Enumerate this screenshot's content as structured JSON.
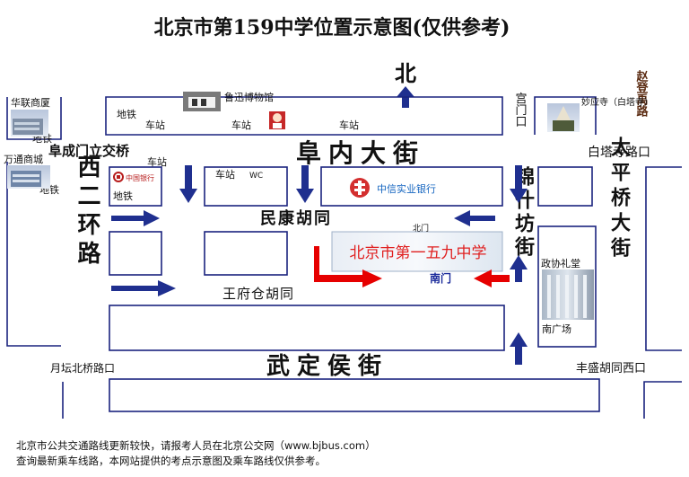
{
  "title": "北京市第159中学位置示意图(仅供参考)",
  "north": "北",
  "streets": {
    "funei": "阜内大街",
    "wuding": "武定侯街",
    "minkang": "民康胡同",
    "wangfucang": "王府仓胡同",
    "xierhuan": "西二环路",
    "jinshifang": "锦什坊街",
    "taipingqiao": "太平桥大街",
    "zhaodeng": "赵登禹路"
  },
  "places": {
    "hualian": "华联商厦",
    "wantong": "万通商城",
    "fuchengmen": "阜成门立交桥",
    "luxun": "鲁迅博物馆",
    "gongmen": "宫门口",
    "miaoying": "妙应寺（白塔寺）",
    "baitasi_road": "白塔寺路口",
    "yuetan": "月坛北桥路口",
    "fengsheng": "丰盛胡同西口",
    "zhengxie": "政协礼堂",
    "nanguangchang": "南广场",
    "bank_china": "中国银行",
    "bank_citic": "中信实业银行",
    "school": "北京市第一五九中学",
    "north_gate": "北门",
    "south_gate": "南门",
    "wc": "WC"
  },
  "labels": {
    "subway": "地铁",
    "bus_stop": "车站"
  },
  "footer": {
    "line1": "北京市公共交通路线更新较快，请报考人员在北京公交网（www.bjbus.com）",
    "line2": "查询最新乘车线路，本网站提供的考点示意图及乘车路线仅供参考。"
  },
  "colors": {
    "block_outline": "#1a237e",
    "arrow": "#1f2f8f",
    "school_text": "#e02020",
    "red_arrow": "#e60000",
    "gate_text": "#1a2a9a"
  }
}
